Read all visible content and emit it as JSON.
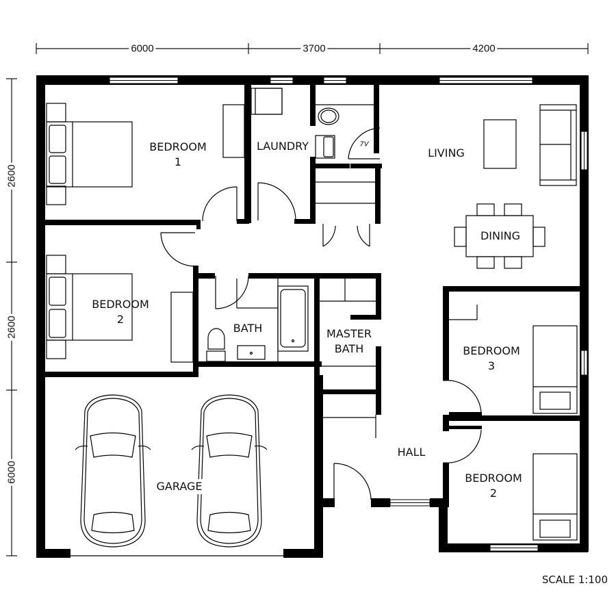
{
  "drawing": {
    "type": "floor-plan",
    "scale_label": "SCALE 1:100",
    "colors": {
      "wall": "#000000",
      "line": "#000000",
      "background": "#ffffff"
    }
  },
  "dimensions": {
    "top": [
      "6000",
      "3700",
      "4200"
    ],
    "left": [
      "2600",
      "2600",
      "6000"
    ]
  },
  "rooms": {
    "bedroom1": "BEDROOM\n1",
    "laundry": "LAUNDRY",
    "living": "LIVING",
    "dining": "DINING",
    "bedroom2_left": "BEDROOM\n2",
    "bath": "BATH",
    "master_bath": "MASTER\nBATH",
    "bedroom3": "BEDROOM\n3",
    "hall": "HALL",
    "bedroom2_right": "BEDROOM\n2",
    "garage": "GARAGE"
  },
  "fixtures": {
    "tv_label": "7V"
  }
}
